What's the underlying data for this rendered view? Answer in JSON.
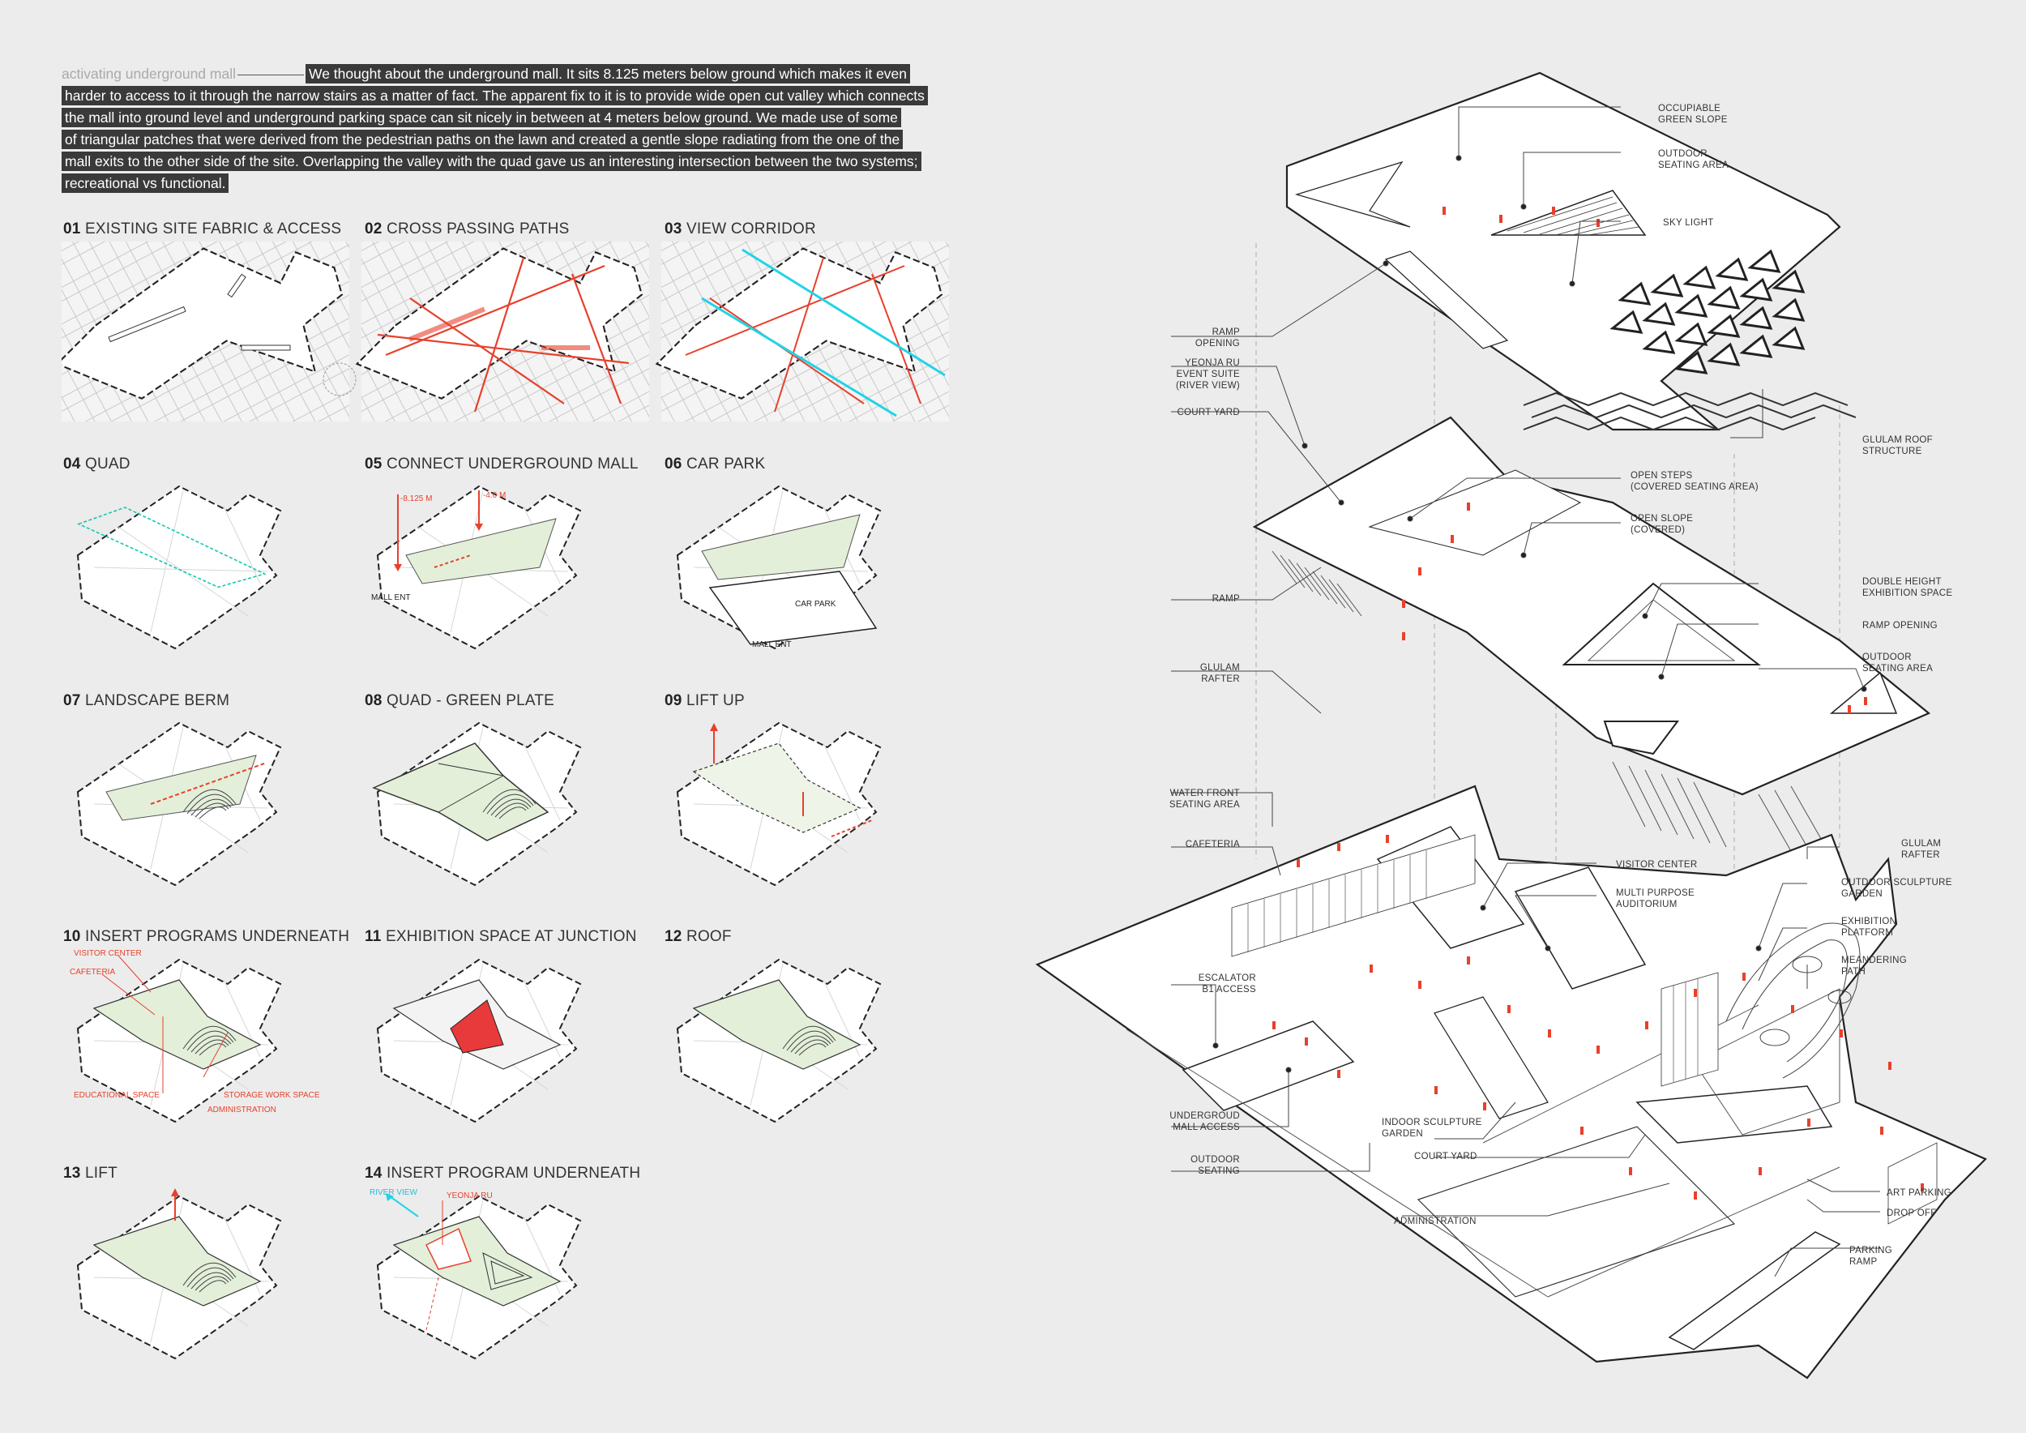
{
  "intro": {
    "lead": "activating underground mall",
    "body_lines": [
      "We thought about the underground mall. It sits 8.125 meters below ground which makes it even",
      "harder to access to it through the narrow stairs as a matter of fact. The apparent fix to it is to provide wide open cut valley which connects",
      "the mall into ground level and underground parking space can sit nicely in between at 4 meters below ground. We made use of some",
      "of triangular patches that were derived from the pedestrian paths on the lawn and created a gentle slope radiating from the one of the",
      "mall exits to the other side of the site. Overlapping the valley with the quad gave us an interesting intersection between the two systems;",
      "recreational vs functional."
    ]
  },
  "steps": [
    {
      "num": "01",
      "title": "EXISTING SITE FABRIC & ACCESS"
    },
    {
      "num": "02",
      "title": "CROSS PASSING PATHS"
    },
    {
      "num": "03",
      "title": "VIEW CORRIDOR"
    },
    {
      "num": "04",
      "title": "QUAD"
    },
    {
      "num": "05",
      "title": "CONNECT UNDERGROUND MALL"
    },
    {
      "num": "06",
      "title": "CAR PARK"
    },
    {
      "num": "07",
      "title": "LANDSCAPE BERM"
    },
    {
      "num": "08",
      "title": "QUAD - GREEN PLATE"
    },
    {
      "num": "09",
      "title": "LIFT UP"
    },
    {
      "num": "10",
      "title": "INSERT PROGRAMS UNDERNEATH"
    },
    {
      "num": "11",
      "title": "EXHIBITION SPACE AT JUNCTION"
    },
    {
      "num": "12",
      "title": "ROOF"
    },
    {
      "num": "13",
      "title": "LIFT"
    },
    {
      "num": "14",
      "title": "INSERT PROGRAM UNDERNEATH"
    }
  ],
  "diagram_labels": {
    "s05_depth1": "-8.125 M",
    "s05_depth2": "-4.0 M",
    "s05_mall": "MALL\nENT",
    "s06_carpark": "CAR PARK",
    "s06_mall": "MALL\nENT",
    "s10_visitor": "VISITOR CENTER",
    "s10_cafeteria": "CAFETERIA",
    "s10_educational": "EDUCATIONAL\nSPACE",
    "s10_storage": "STORAGE\nWORK SPACE",
    "s10_admin": "ADMINISTRATION",
    "s14_river": "RIVER VIEW",
    "s14_yeonja": "YEONJA RU"
  },
  "callouts": {
    "occupiable_green_slope": "OCCUPIABLE\nGREEN SLOPE",
    "outdoor_seating_top": "OUTDOOR\nSEATING AREA",
    "sky_light": "SKY LIGHT",
    "ramp_opening_top": "RAMP\nOPENING",
    "yeonja_ru": "YEONJA RU\nEVENT SUITE\n(RIVER VIEW)",
    "court_yard_top": "COURT YARD",
    "glulam_roof": "GLULAM ROOF\nSTRUCTURE",
    "open_steps": "OPEN STEPS\n(COVERED SEATING AREA)",
    "open_slope": "OPEN SLOPE\n(COVERED)",
    "ramp": "RAMP",
    "double_height": "DOUBLE HEIGHT\nEXHIBITION SPACE",
    "ramp_opening_mid": "RAMP OPENING",
    "glulam_rafter_l": "GLULAM\nRAFTER",
    "outdoor_seating_mid": "OUTDOOR\nSEATING AREA",
    "water_front": "WATER FRONT\nSEATING AREA",
    "cafeteria": "CAFETERIA",
    "glulam_rafter_r": "GLULAM\nRAFTER",
    "visitor_center": "VISITOR CENTER",
    "multi_purpose": "MULTI PURPOSE\nAUDITORIUM",
    "outdoor_sculpture": "OUTDOOR SCULPTURE\nGARDEN",
    "exhibition_platform": "EXHIBITION\nPLATFORM",
    "meandering_path": "MEANDERING\nPATH",
    "escalator": "ESCALATOR\nB1 ACCESS",
    "underground_mall": "UNDERGROUD\nMALL ACCESS",
    "indoor_sculpture": "INDOOR SCULPTURE\nGARDEN",
    "court_yard_bottom": "COURT YARD",
    "outdoor_seating_bottom": "OUTDOOR\nSEATING",
    "administration": "ADMINISTRATION",
    "art_parking": "ART PARKING",
    "drop_off": "DROP OFF",
    "parking_ramp": "PARKING\nRAMP"
  },
  "colors": {
    "red": "#e8402c",
    "cyan": "#22d3e6",
    "green_fill": "#e3efd9",
    "teal_dash": "#19c9b0",
    "ink": "#222222"
  }
}
